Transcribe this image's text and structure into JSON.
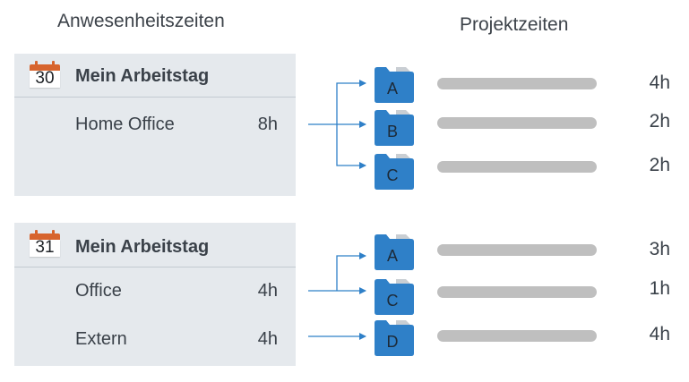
{
  "headings": {
    "attendance": "Anwesenheitszeiten",
    "projects": "Projektzeiten"
  },
  "days": [
    {
      "date_number": "30",
      "title": "Mein Arbeitstag",
      "entries": [
        {
          "label": "Home Office",
          "hours": "8h"
        }
      ]
    },
    {
      "date_number": "31",
      "title": "Mein Arbeitstag",
      "entries": [
        {
          "label": "Office",
          "hours": "4h"
        },
        {
          "label": "Extern",
          "hours": "4h"
        }
      ]
    }
  ],
  "projects": [
    {
      "letter": "A",
      "hours": "4h"
    },
    {
      "letter": "B",
      "hours": "2h"
    },
    {
      "letter": "C",
      "hours": "2h"
    },
    {
      "letter": "A",
      "hours": "3h"
    },
    {
      "letter": "C",
      "hours": "1h"
    },
    {
      "letter": "D",
      "hours": "4h"
    }
  ],
  "colors": {
    "panel_bg": "#e5e9ed",
    "calendar_accent": "#d7642d",
    "folder_blue": "#2f80c8",
    "folder_tab": "#c9ced3",
    "arrow_blue": "#2f80c8",
    "bar_gray": "#bfbfbf"
  },
  "icons": {
    "calendar": "calendar-icon",
    "folder": "folder-icon"
  }
}
